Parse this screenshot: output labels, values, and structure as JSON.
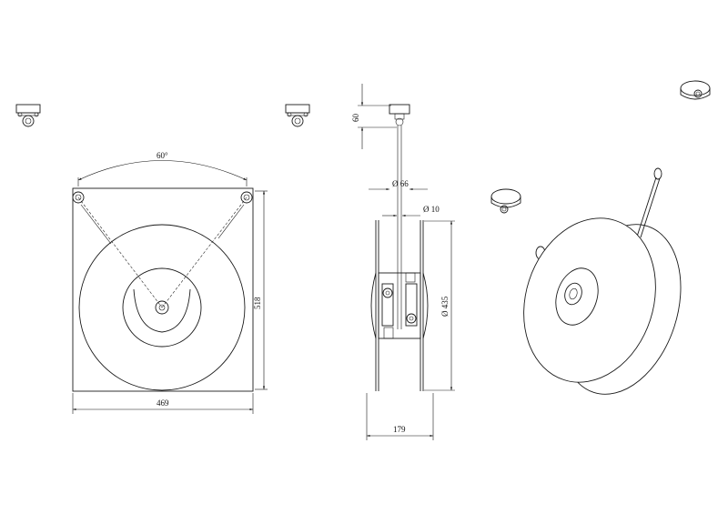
{
  "dimensions": {
    "angle": "60°",
    "height_front": "518",
    "width_front": "469",
    "mount_height": "60",
    "mount_diameter": "Ø 66",
    "rod_diameter": "Ø 10",
    "disc_diameter": "Ø 435",
    "side_width": "179"
  },
  "colors": {
    "line": "#1a1a1a",
    "background": "#ffffff"
  }
}
